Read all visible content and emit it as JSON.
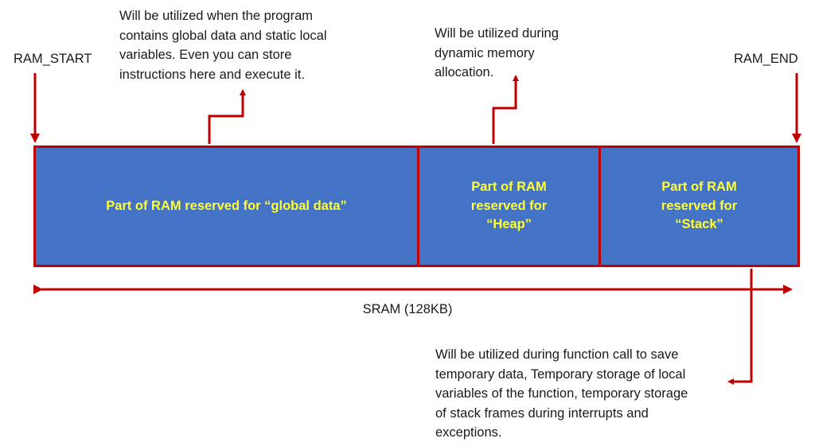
{
  "labels": {
    "ram_start": "RAM_START",
    "ram_end": "RAM_END",
    "sram": "SRAM (128KB)"
  },
  "segments": {
    "global": "Part of RAM reserved for “global data”",
    "heap": "Part of RAM\nreserved for\n“Heap”",
    "stack": "Part of RAM\nreserved for\n“Stack”"
  },
  "notes": {
    "global": "Will be utilized when the program\ncontains global data and static local\nvariables. Even you can store\ninstructions here and execute it.",
    "heap": "Will be utilized during\ndynamic memory\nallocation.",
    "stack": "Will be utilized during function call to save\ntemporary data, Temporary storage of local\nvariables of the function, temporary storage\nof stack frames during interrupts and\nexceptions."
  },
  "colors": {
    "segment_fill": "#4472c4",
    "segment_border": "#c00000",
    "segment_text": "#ffff33",
    "arrow": "#c00000"
  }
}
